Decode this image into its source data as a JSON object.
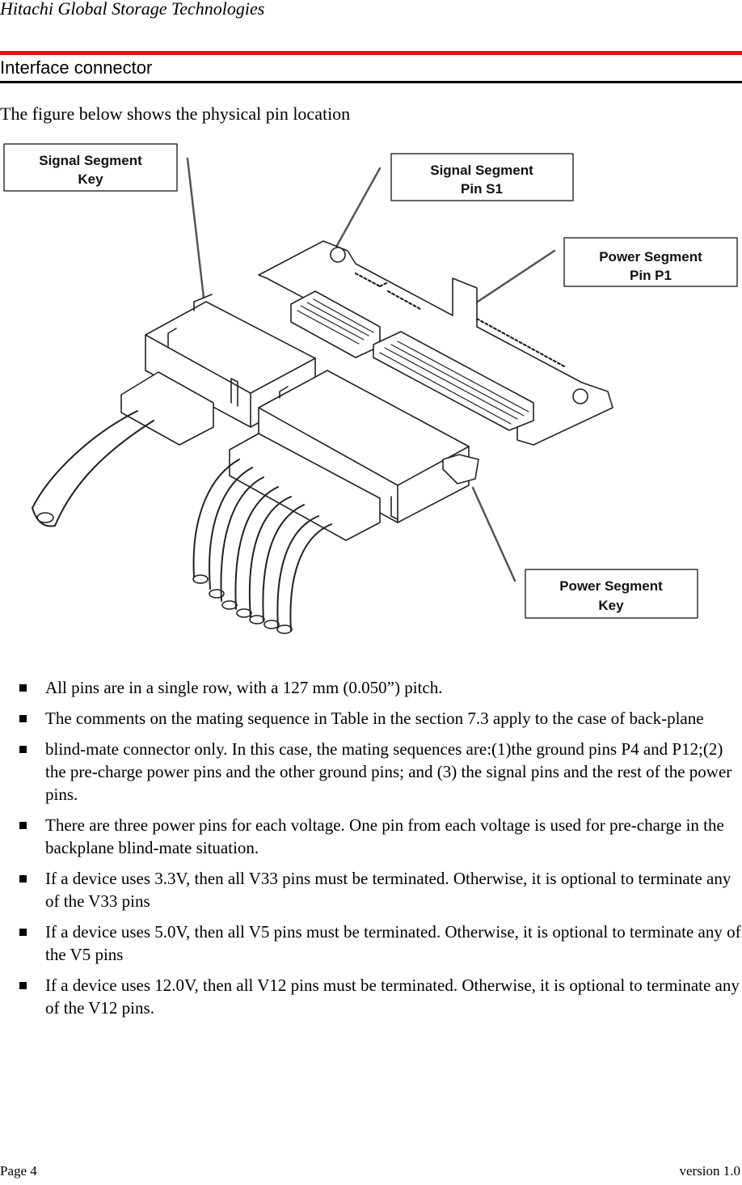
{
  "header": {
    "company": "Hitachi Global Storage Technologies",
    "section_title": "Interface connector"
  },
  "intro": "The figure below shows the physical pin location",
  "figure": {
    "callouts": {
      "signal_key": [
        "Signal Segment",
        "Key"
      ],
      "signal_pin": [
        "Signal Segment",
        "Pin S1"
      ],
      "power_pin": [
        "Power Segment",
        "Pin P1"
      ],
      "power_key": [
        "Power Segment",
        "Key"
      ]
    }
  },
  "bullets": [
    "All pins are in a single row, with a 127 mm (0.050”) pitch.",
    "The comments on the mating sequence in Table in the section 7.3 apply to the case of back-plane",
    "blind-mate connector only. In this case, the mating sequences are:(1)the ground pins P4 and P12;(2) the pre-charge power pins and the other ground pins; and (3) the signal pins and the rest of the power pins.",
    "There are three power pins for each voltage. One pin from each voltage is used for pre-charge in the backplane blind-mate situation.",
    "If a device uses 3.3V, then all V33 pins must be terminated. Otherwise, it is optional to terminate any of the V33 pins",
    "If a device uses 5.0V, then all V5 pins must be terminated. Otherwise, it is optional to terminate any of the V5 pins",
    "If a device uses 12.0V, then all V12 pins must be terminated. Otherwise, it is optional to terminate any of the V12 pins."
  ],
  "footer": {
    "page": "Page 4",
    "version": "version 1.0"
  }
}
